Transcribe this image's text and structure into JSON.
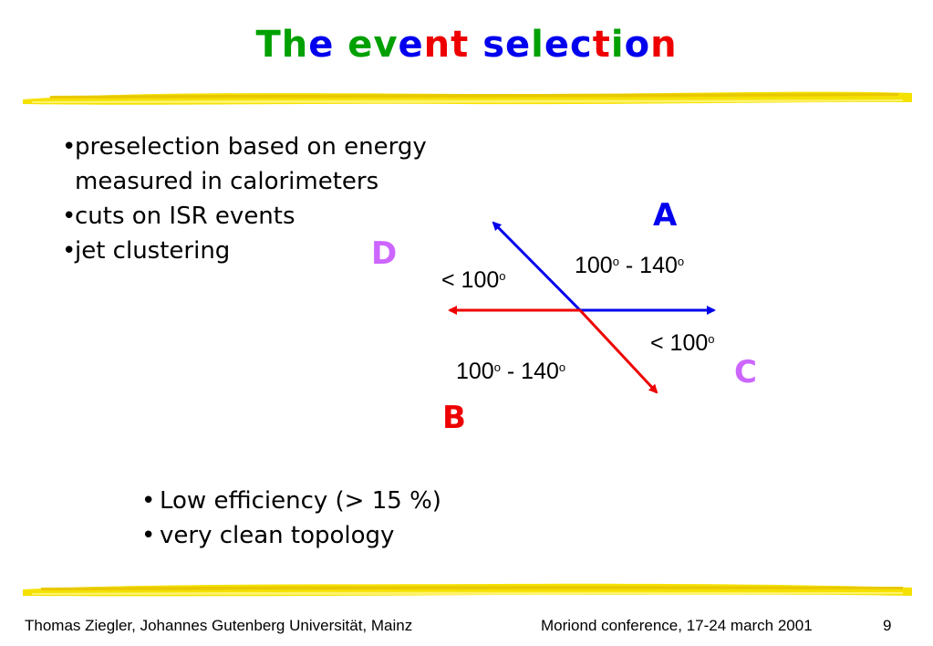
{
  "title": {
    "letters": [
      {
        "ch": "T",
        "color": "#00a000"
      },
      {
        "ch": "h",
        "color": "#00a000"
      },
      {
        "ch": "e",
        "color": "#0000ee"
      },
      {
        "ch": " ",
        "color": "#000000"
      },
      {
        "ch": "e",
        "color": "#00a000"
      },
      {
        "ch": "v",
        "color": "#00a000"
      },
      {
        "ch": "e",
        "color": "#0000ee"
      },
      {
        "ch": "n",
        "color": "#ee0000"
      },
      {
        "ch": "t",
        "color": "#ee0000"
      },
      {
        "ch": " ",
        "color": "#000000"
      },
      {
        "ch": "s",
        "color": "#0000ee"
      },
      {
        "ch": "e",
        "color": "#0000ee"
      },
      {
        "ch": "l",
        "color": "#00a000"
      },
      {
        "ch": "e",
        "color": "#0000ee"
      },
      {
        "ch": "c",
        "color": "#0000ee"
      },
      {
        "ch": "t",
        "color": "#ee0000"
      },
      {
        "ch": "i",
        "color": "#00a000"
      },
      {
        "ch": "o",
        "color": "#0000ee"
      },
      {
        "ch": "n",
        "color": "#ee0000"
      }
    ]
  },
  "bullets": {
    "b1_line1": "preselection based on energy",
    "b1_line2": "measured in calorimeters",
    "b2": "cuts on ISR events",
    "b3": "jet clustering",
    "marker": "•"
  },
  "bullets2": {
    "b1": "Low efficiency (> 15 %)",
    "b2": "very clean topology",
    "marker": "•"
  },
  "diagram": {
    "label_a": "A",
    "label_b": "B",
    "label_c": "C",
    "label_d": "D",
    "angle_upper_left": "< 100",
    "angle_upper_right": "100",
    "angle_upper_right_dash": " - 140",
    "angle_lower_right": "< 100",
    "angle_lower_left": "100",
    "angle_lower_left_dash": " - 140",
    "degree": "o",
    "colors": {
      "blue": "#0000ee",
      "red": "#ee0000",
      "violet": "#cc66ff",
      "label_a": "#0000ee",
      "label_b": "#ee0000"
    }
  },
  "footer": {
    "authors": "Thomas Ziegler, Johannes Gutenberg Universität, Mainz",
    "conference": "Moriond conference, 17-24 march 2001",
    "page": "9"
  }
}
